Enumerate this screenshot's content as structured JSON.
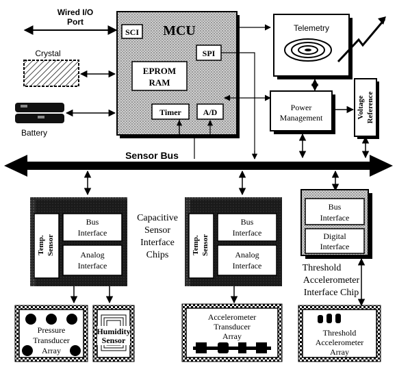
{
  "wired_io": {
    "line1": "Wired I/O",
    "line2": "Port"
  },
  "crystal": "Crystal",
  "battery": "Battery",
  "mcu": {
    "title": "MCU",
    "sci": "SCI",
    "spi": "SPI",
    "eprom": "EPROM",
    "ram": "RAM",
    "timer": "Timer",
    "ad": "A/D"
  },
  "telemetry": "Telemetry",
  "power_management": {
    "line1": "Power",
    "line2": "Management"
  },
  "voltage_reference": {
    "line1": "Voltage",
    "line2": "Reference"
  },
  "sensor_bus": "Sensor Bus",
  "chip_left": {
    "temp1": "Temp.",
    "temp2": "Sensor",
    "bus1": "Bus",
    "bus2": "Interface",
    "analog1": "Analog",
    "analog2": "Interface"
  },
  "chip_middle": {
    "temp1": "Temp.",
    "temp2": "Sensor",
    "bus1": "Bus",
    "bus2": "Interface",
    "analog1": "Analog",
    "analog2": "Interface"
  },
  "capacitive_label": {
    "line1": "Capacitive",
    "line2": "Sensor",
    "line3": "Interface",
    "line4": "Chips"
  },
  "chip_right": {
    "bus1": "Bus",
    "bus2": "Interface",
    "digital1": "Digital",
    "digital2": "Interface"
  },
  "threshold_label": {
    "line1": "Threshold",
    "line2": "Accelerometer",
    "line3": "Interface Chip"
  },
  "pressure_array": {
    "line1": "Pressure",
    "line2": "Transducer",
    "line3": "Array"
  },
  "humidity_sensor": {
    "line1": "Humidity",
    "line2": "Sensor"
  },
  "accel_array": {
    "line1": "Accelerometer",
    "line2": "Transducer",
    "line3": "Array"
  },
  "threshold_array": {
    "line1": "Threshold",
    "line2": "Accelerometer",
    "line3": "Array"
  }
}
